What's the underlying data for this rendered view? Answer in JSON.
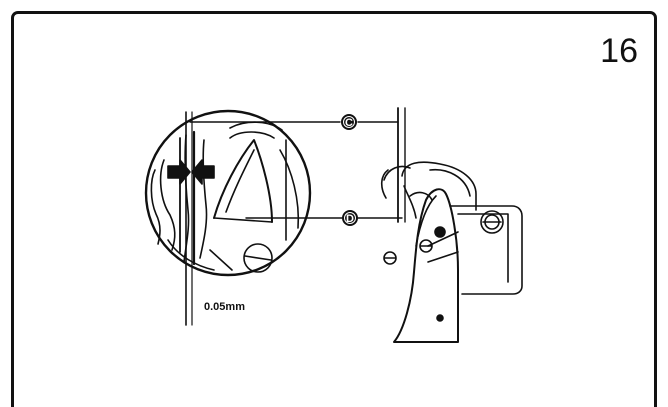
{
  "figure": {
    "step_number": "16",
    "callouts": [
      {
        "id": "C",
        "label": "C"
      },
      {
        "id": "D",
        "label": "D"
      }
    ],
    "measurement": "0.05mm"
  }
}
